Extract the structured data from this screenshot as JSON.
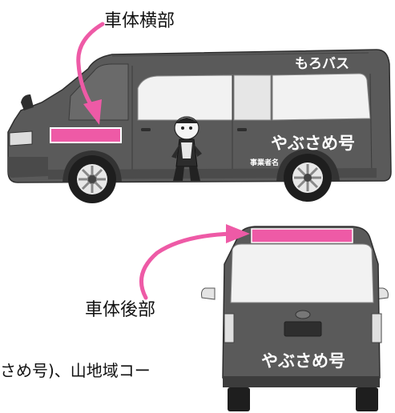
{
  "labels": {
    "side": "車体横部",
    "rear": "車体後部"
  },
  "bus_side": {
    "top_sign": "もろバス",
    "name": "やぶさめ号",
    "operator": "事業者名"
  },
  "bus_rear": {
    "name": "やぶさめ号"
  },
  "body_text": "さめ号)、山地域コー",
  "colors": {
    "accent": "#ee5aa6",
    "bus_body": "#5a5a5a",
    "bus_dark": "#3a3a3a",
    "window": "#f2f2f2",
    "text": "#111111"
  }
}
